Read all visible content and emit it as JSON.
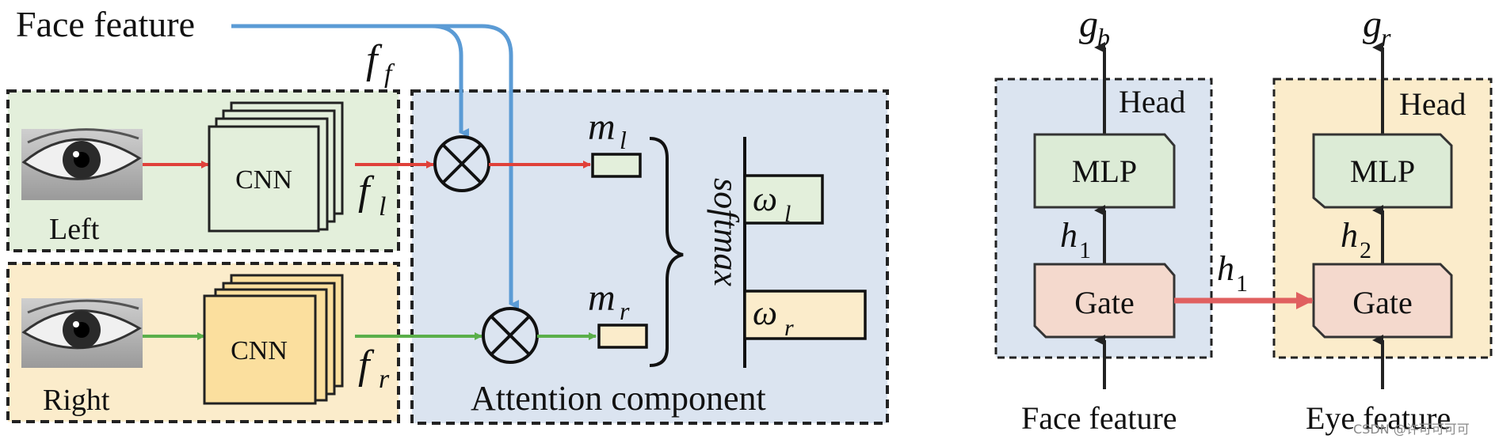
{
  "left_diagram": {
    "top_input_label": "Face feature",
    "ff_label": "f",
    "ff_sub": "f",
    "left_eye_label": "Left",
    "right_eye_label": "Right",
    "cnn_label_left": "CNN",
    "cnn_label_right": "CNN",
    "fl_label": "f",
    "fl_sub": "l",
    "fr_label": "f",
    "fr_sub": "r",
    "ml_label": "m",
    "ml_sub": "l",
    "mr_label": "m",
    "mr_sub": "r",
    "softmax_label": "softmax",
    "wl_label": "ω",
    "wl_sub": "l",
    "wr_label": "ω",
    "wr_sub": "r",
    "attention_label": "Attention component"
  },
  "right_diagram": {
    "gb_label": "g",
    "gb_sub": "b",
    "gr_label": "g",
    "gr_sub": "r",
    "head_left": "Head",
    "head_right": "Head",
    "mlp_left": "MLP",
    "mlp_right": "MLP",
    "gate_left": "Gate",
    "gate_right": "Gate",
    "h1_left_label": "h",
    "h1_left_sub": "1",
    "h2_label": "h",
    "h2_sub": "2",
    "h1_mid_label": "h",
    "h1_mid_sub": "1",
    "face_feature_label": "Face feature",
    "eye_feature_label": "Eye feature"
  },
  "watermark": "CSDN @许可可可可",
  "colors": {
    "green_panel": "#e3efdb",
    "yellow_panel": "#fbeccb",
    "blue_panel": "#dbe4f0",
    "blue_line": "#5b9bd5",
    "red_line": "#e0413a",
    "green_line": "#5aaf4a",
    "mlp_fill": "#dcebd6",
    "gate_fill": "#f4d9cd",
    "gate_arrow": "#e06060"
  }
}
